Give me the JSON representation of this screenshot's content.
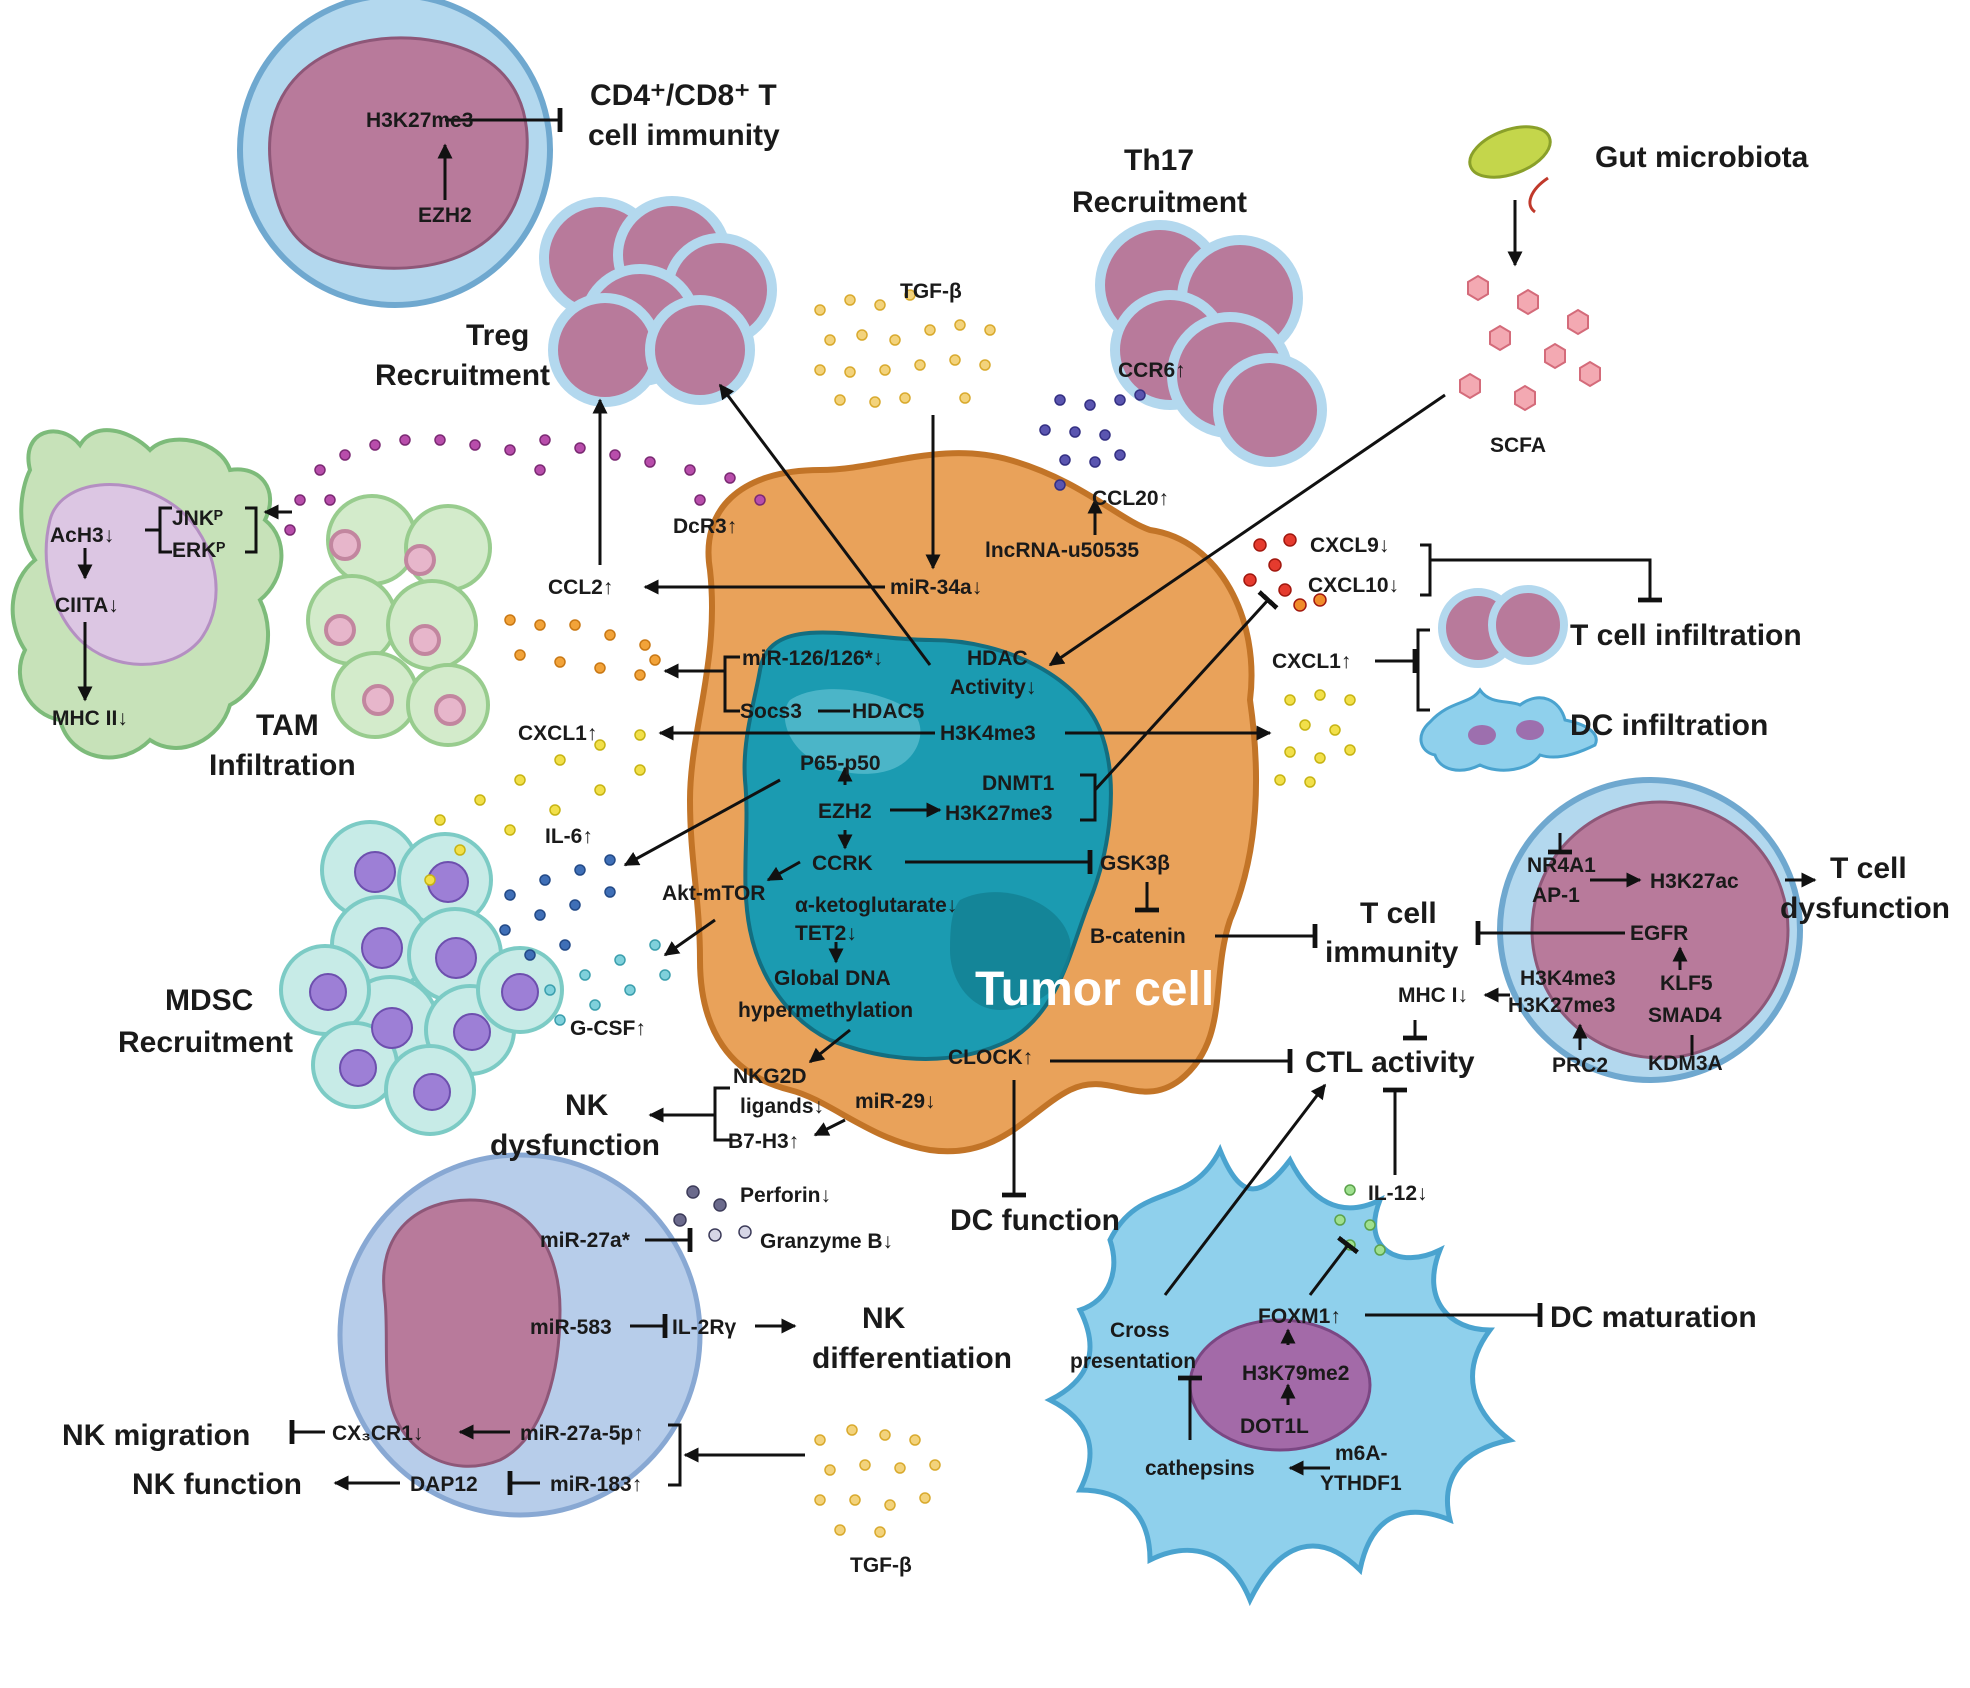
{
  "colors": {
    "tumor_outer": "#e9a25a",
    "tumor_nucleus": "#1b9bb1",
    "lymphocyte_cytoplasm": "#b3d8ee",
    "lymphocyte_nucleus": "#b87a9b",
    "tam_cell": "#c7e2b9",
    "mdsc_nucleus": "#9d7fd6",
    "dc_cell": "#8fd0ec",
    "nk_cell": "#b7cdea"
  },
  "labels": {
    "cd48_line1": "CD4⁺/CD8⁺ T",
    "cd48_line2": "cell immunity",
    "h3k27me3_tcell": "H3K27me3",
    "ezh2_tcell": "EZH2",
    "th17_line1": "Th17",
    "th17_line2": "Recruitment",
    "gut_microbiota": "Gut microbiota",
    "scfa": "SCFA",
    "tgfb_top": "TGF-β",
    "treg_line1": "Treg",
    "treg_line2": "Recruitment",
    "ccr6": "CCR6↑",
    "ccl20": "CCL20↑",
    "lncrna": "lncRNA-u50535",
    "dcr3": "DcR3↑",
    "jnk": "JNKᴾ",
    "erk": "ERKᴾ",
    "ach3": "AcH3↓",
    "ciita": "CIITA↓",
    "mhc2": "MHC II↓",
    "tam_line1": "TAM",
    "tam_line2": "Infiltration",
    "ccl2": "CCL2↑",
    "mir34a": "miR-34a↓",
    "cxcl9": "CXCL9↓",
    "cxcl10": "CXCL10↓",
    "t_infiltration": "T cell infiltration",
    "mir126": "miR-126/126*↓",
    "socs3": "Socs3",
    "hdac5": "HDAC5",
    "hdac_line1": "HDAC",
    "hdac_line2": "Activity↓",
    "cxcl1_right": "CXCL1↑",
    "dc_infiltration": "DC infiltration",
    "cxcl1_left": "CXCL1↑",
    "h3k4me3_center": "H3K4me3",
    "p65p50": "P65-p50",
    "dnmt1": "DNMT1",
    "h3k27me3_center": "H3K27me3",
    "ezh2_center": "EZH2",
    "il6": "IL-6↑",
    "ccrk": "CCRK",
    "gsk3b": "GSK3β",
    "aktmtor": "Akt-mTOR",
    "akg": "α-ketoglutarate↓",
    "tet2": "TET2↓",
    "bcatenin": "B-catenin",
    "t_immunity_line1": "T cell",
    "t_immunity_line2": "immunity",
    "global_line1": "Global DNA",
    "global_line2": "hypermethylation",
    "tumor_cell": "Tumor cell",
    "mdsc_line1": "MDSC",
    "mdsc_line2": "Recruitment",
    "gcsf": "G-CSF↑",
    "nr4a1": "NR4A1",
    "ap1": "AP-1",
    "h3k27ac": "H3K27ac",
    "t_dysf_line1": "T cell",
    "t_dysf_line2": "dysfunction",
    "egfr": "EGFR",
    "h3k4me3_right": "H3K4me3",
    "h3k27me3_right": "H3K27me3",
    "klf5": "KLF5",
    "smad4": "SMAD4",
    "kdm3a": "KDM3A",
    "prc2": "PRC2",
    "mhc1": "MHC I↓",
    "ctl_activity": "CTL activity",
    "clock": "CLOCK↑",
    "nkg2d_line1": "NKG2D",
    "nkg2d_line2": "ligands↓",
    "b7h3": "B7-H3↑",
    "mir29": "miR-29↓",
    "nk_dysf_line1": "NK",
    "nk_dysf_line2": "dysfunction",
    "dc_function": "DC function",
    "perforin": "Perforin↓",
    "granzyme": "Granzyme B↓",
    "mir27a_star": "miR-27a*",
    "il12": "IL-12↓",
    "mir583": "miR-583",
    "il2rg": "IL-2Rγ",
    "nk_diff_line1": "NK",
    "nk_diff_line2": "differentiation",
    "foxm1": "FOXM1↑",
    "dc_maturation": "DC maturation",
    "cross_line1": "Cross",
    "cross_line2": "presentation",
    "h3k79me2": "H3K79me2",
    "dot1l": "DOT1L",
    "nk_migration": "NK migration",
    "cx3cr1": "CX₃CR1↓",
    "mir27a5p": "miR-27a-5p↑",
    "nk_function": "NK function",
    "dap12": "DAP12",
    "mir183": "miR-183↑",
    "cathepsins": "cathepsins",
    "m6a_line1": "m6A-",
    "m6a_line2": "YTHDF1",
    "tgfb_bottom": "TGF-β"
  }
}
